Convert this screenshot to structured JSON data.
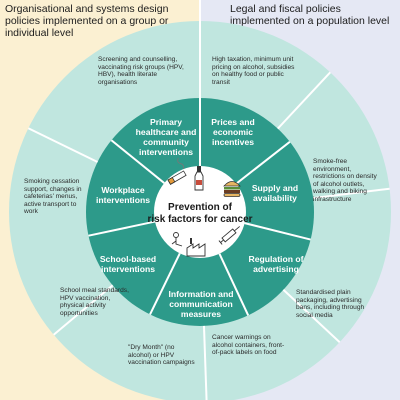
{
  "headers": {
    "left": "Organisational and systems design policies implemented on a group or individual level",
    "right": "Legal and fiscal policies implemented on a population level"
  },
  "center": {
    "line1": "Prevention of",
    "line2": "risk factors for cancer"
  },
  "segments": [
    {
      "lines": [
        "Primary",
        "healthcare and",
        "community",
        "interventions"
      ]
    },
    {
      "lines": [
        "Prices and",
        "economic",
        "incentives"
      ]
    },
    {
      "lines": [
        "Supply and",
        "availability"
      ]
    },
    {
      "lines": [
        "Regulation of",
        "advertising"
      ]
    },
    {
      "lines": [
        "Information and",
        "communication",
        "measures"
      ]
    },
    {
      "lines": [
        "School-based",
        "interventions"
      ]
    },
    {
      "lines": [
        "Workplace",
        "interventions"
      ]
    }
  ],
  "examples": {
    "primary": "Screening and counselling, vaccinating risk groups (HPV, HBV), health literate organisations",
    "prices": "High taxation, minimum unit pricing on alcohol, subsidies on healthy food or public transit",
    "supply": "Smoke-free environment, restrictions on density of alcohol outlets, walking and biking infrastructure",
    "regulation": "Standardised plain packaging, advertising bans, including through social media",
    "info_right": "Cancer warnings on alcohol containers, front-of-pack labels on food",
    "info_left": "\"Dry Month\" (no alcohol) or HPV vaccination campaigns",
    "school": "School meal standards, HPV vaccination, physical activity opportunities",
    "workplace": "Smoking cessation support, changes in cafeterias' menus, active transport to work"
  },
  "colors": {
    "left_panel": "#fbf0d2",
    "right_panel": "#e5e8f4",
    "outer_ring": "#c0e6df",
    "inner_ring": "#2d9a8a",
    "center_fill": "#ffffff",
    "separator": "#ffffff"
  },
  "icons": [
    "cigarette-icon",
    "wine-bottle-icon",
    "burger-icon",
    "syringe-icon",
    "sun-tanning-icon",
    "factory-icon"
  ]
}
